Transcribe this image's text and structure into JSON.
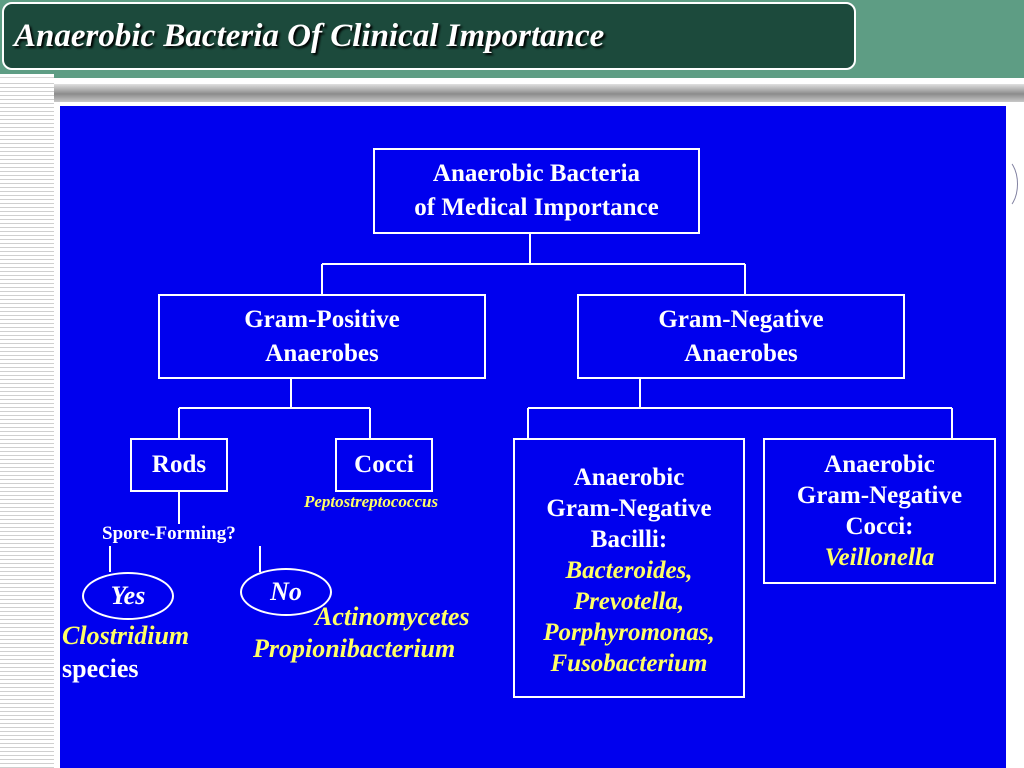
{
  "header": {
    "title": "Anaerobic Bacteria Of Clinical Importance"
  },
  "diagram": {
    "root": {
      "line1": "Anaerobic Bacteria",
      "line2": "of Medical Importance"
    },
    "gram_positive": {
      "line1": "Gram-Positive",
      "line2": "Anaerobes",
      "rods": "Rods",
      "cocci": "Cocci",
      "cocci_example": "Peptostreptococcus",
      "spore_question": "Spore-Forming?",
      "yes": "Yes",
      "no": "No",
      "yes_examples": {
        "line1": "Clostridium",
        "line2": "species"
      },
      "no_examples": {
        "line1": "Actinomycetes",
        "line2": "Propionibacterium"
      }
    },
    "gram_negative": {
      "line1": "Gram-Negative",
      "line2": "Anaerobes",
      "bacilli": {
        "line1": "Anaerobic",
        "line2": "Gram-Negative",
        "line3": "Bacilli:",
        "examples": [
          "Bacteroides,",
          "Prevotella,",
          "Porphyromonas,",
          "Fusobacterium"
        ]
      },
      "cocci": {
        "line1": "Anaerobic",
        "line2": "Gram-Negative",
        "line3": "Cocci:",
        "example": "Veillonella"
      }
    }
  },
  "colors": {
    "header_band": "#5e9d84",
    "title_box": "#1c4a3c",
    "slide_background": "#0000ee",
    "highlight_text": "#ffff66"
  }
}
